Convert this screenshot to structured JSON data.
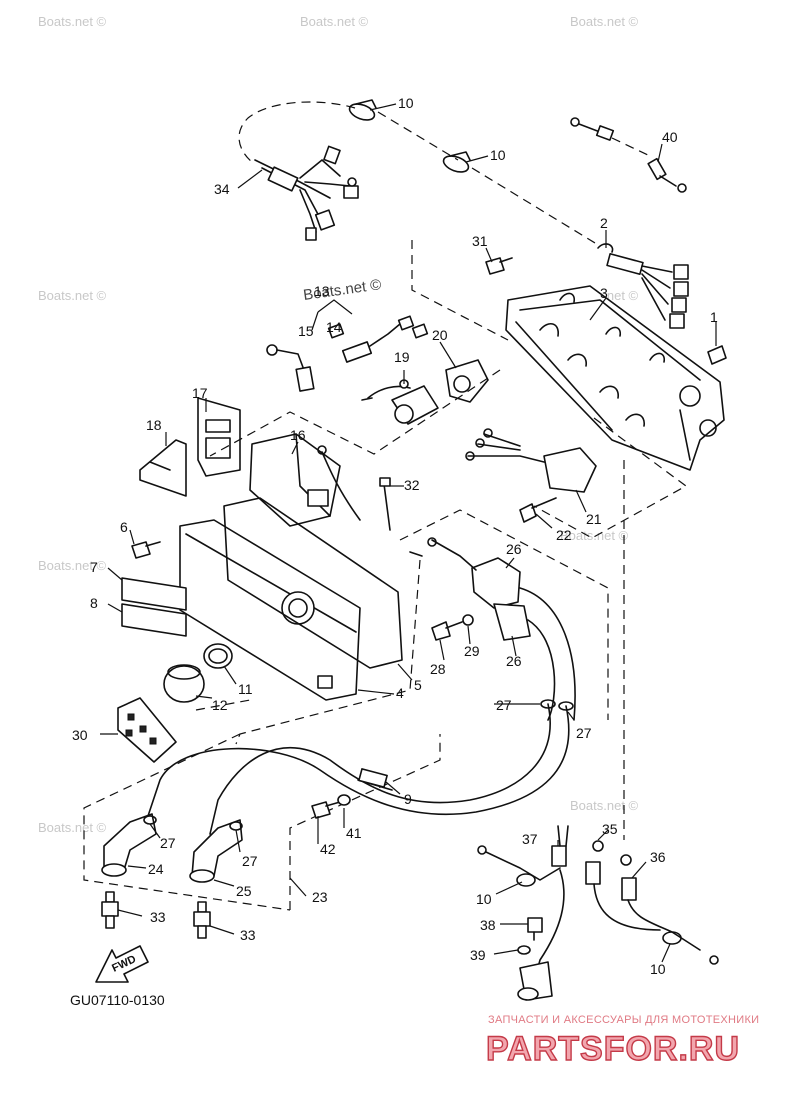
{
  "diagram": {
    "figure_code": "GU07110-0130",
    "fwd_label": "FWD",
    "watermarks": [
      "Boats.net ©",
      "Boats.net ©",
      "Boats.net ©",
      "Boats.net ©",
      "Boats.net ©",
      "Boats.net ©",
      "Boats.net ©",
      "Boats.net ©",
      "Boats.net ©"
    ],
    "watermark_mid": "Boats.net ©",
    "brand": {
      "tagline": "ЗАПЧАСТИ И АКСЕССУАРЫ ДЛЯ МОТОТЕХНИКИ",
      "name": "PARTSFOR.RU",
      "color": "#d23a4a"
    },
    "callouts": [
      "10",
      "10",
      "40",
      "34",
      "2",
      "31",
      "3",
      "13",
      "14",
      "15",
      "20",
      "19",
      "1",
      "17",
      "16",
      "18",
      "32",
      "21",
      "6",
      "22",
      "7",
      "8",
      "26",
      "28",
      "29",
      "26",
      "11",
      "12",
      "5",
      "4",
      "27",
      "27",
      "30",
      "9",
      "27",
      "41",
      "27",
      "42",
      "24",
      "25",
      "23",
      "37",
      "35",
      "36",
      "10",
      "33",
      "38",
      "39",
      "33",
      "10"
    ]
  }
}
